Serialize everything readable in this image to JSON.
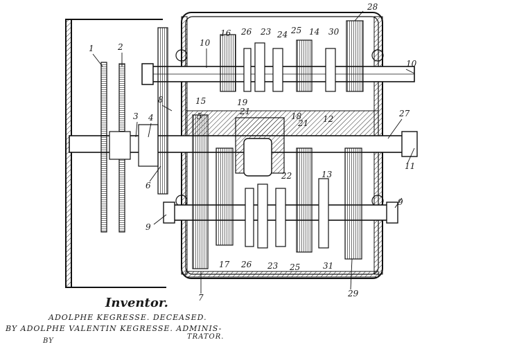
{
  "drawing": {
    "callouts": [
      "1",
      "2",
      "3",
      "4",
      "5",
      "6",
      "7",
      "8",
      "9",
      "9",
      "10",
      "10",
      "11",
      "12",
      "13",
      "14",
      "15",
      "16",
      "17",
      "18",
      "19",
      "21",
      "21",
      "22",
      "23",
      "23",
      "24",
      "25",
      "25",
      "26",
      "26",
      "27",
      "28",
      "29",
      "30",
      "31"
    ]
  },
  "caption": {
    "heading": "Inventor.",
    "line1": "ADOLPHE KEGRESSE. DECEASED.",
    "line2": "BY ADOLPHE VALENTIN KEGRESSE. ADMINIS-",
    "line3": "TRATOR.",
    "line4": "BY"
  }
}
